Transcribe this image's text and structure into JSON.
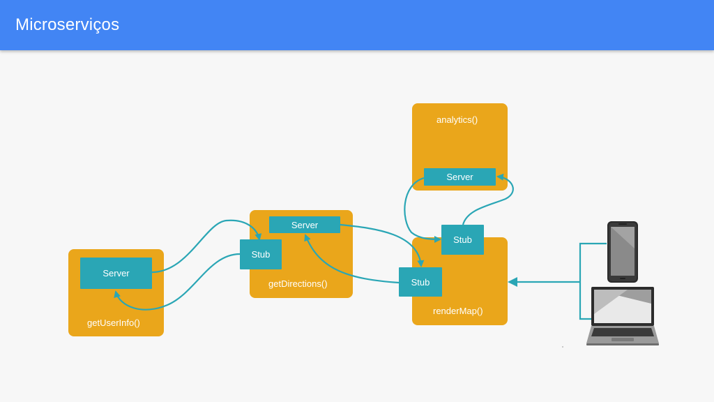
{
  "header": {
    "title": "Microserviços"
  },
  "services": {
    "user_info": {
      "label": "getUserInfo()",
      "server": "Server"
    },
    "directions": {
      "label": "getDirections()",
      "server": "Server",
      "stub": "Stub"
    },
    "analytics": {
      "label": "analytics()",
      "server": "Server"
    },
    "render_map": {
      "label": "renderMap()",
      "stub_top": "Stub",
      "stub_left": "Stub"
    }
  },
  "colors": {
    "header": "#4285f4",
    "service_box": "#eaa61b",
    "component": "#2aa6b5",
    "connector": "#2aa6b5"
  },
  "devices": {
    "phone": "phone-icon",
    "laptop": "laptop-icon"
  }
}
